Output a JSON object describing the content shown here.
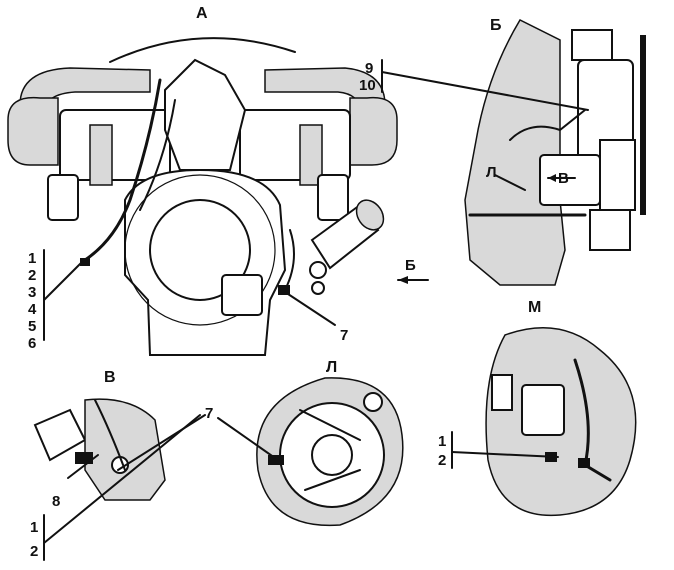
{
  "views": {
    "a": "А",
    "b": "Б",
    "v": "В",
    "l": "Л",
    "m": "М"
  },
  "view_arrow_b": "Б",
  "inset_b_labels": {
    "l": "Л",
    "v": "В"
  },
  "callouts": {
    "n1": "1",
    "n2": "2",
    "n3": "3",
    "n4": "4",
    "n5": "5",
    "n6": "6",
    "n7": "7",
    "n8": "8",
    "n9": "9",
    "n10": "10"
  }
}
